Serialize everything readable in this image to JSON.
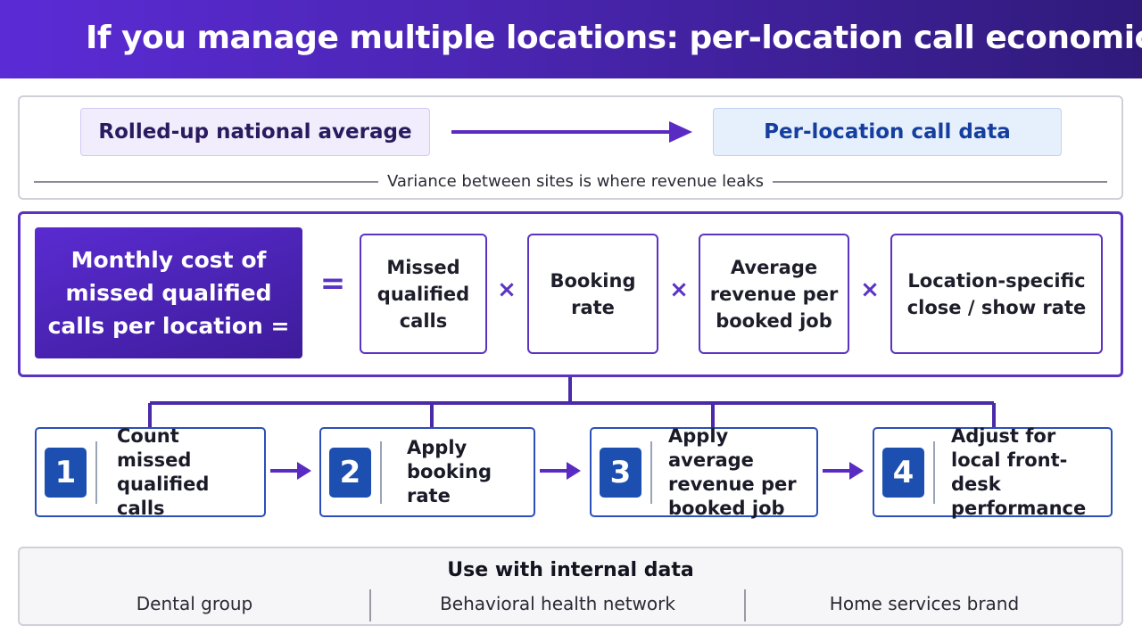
{
  "header": {
    "title": "If you manage multiple locations: per-location call economics"
  },
  "comparison": {
    "left_label": "Rolled-up national average",
    "right_label": "Per-location call data",
    "caption": "Variance between sites is where revenue leaks"
  },
  "formula": {
    "result_label": "Monthly cost of missed qualified calls per location =",
    "equals_sign": "=",
    "times_sign": "×",
    "factors": [
      "Missed qualified calls",
      "Booking rate",
      "Average revenue per booked job",
      "Location-specific close / show rate"
    ]
  },
  "steps": [
    {
      "number": "1",
      "text": "Count missed qualified calls"
    },
    {
      "number": "2",
      "text": "Apply booking rate"
    },
    {
      "number": "3",
      "text": "Apply average revenue per booked job"
    },
    {
      "number": "4",
      "text": "Adjust for local front-desk performance"
    }
  ],
  "usage": {
    "title": "Use with internal data",
    "examples": [
      "Dental group",
      "Behavioral health network",
      "Home services brand"
    ]
  },
  "colors": {
    "brand_purple": "#5a33c2",
    "step_blue": "#1d4fb0"
  }
}
